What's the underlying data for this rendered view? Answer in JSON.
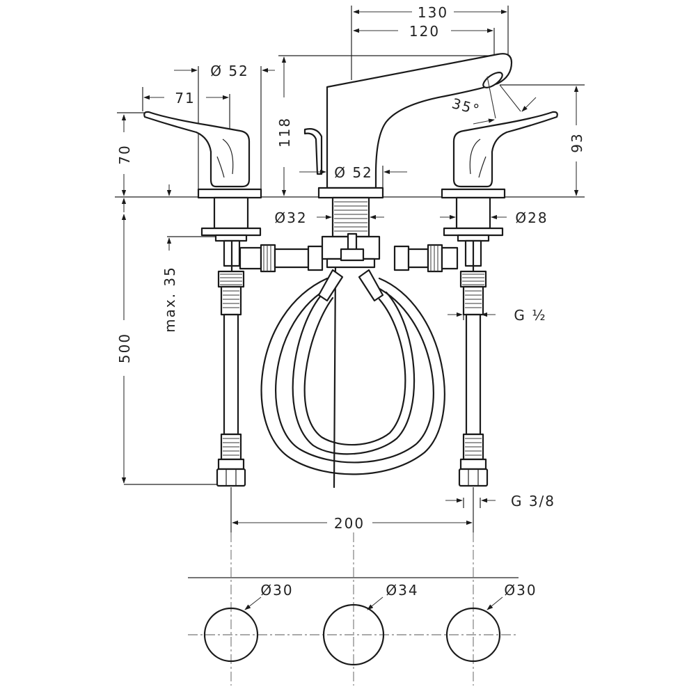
{
  "dimensions": {
    "spout_projection_outer": "130",
    "spout_projection_inner": "120",
    "handle_diameter": "Ø 52",
    "handle_reach": "71",
    "handle_height": "70",
    "spout_height": "118",
    "spout_base_diameter": "Ø 52",
    "spray_angle": "35°",
    "right_handle_height": "93",
    "spout_shank_diameter": "Ø32",
    "valve_shank_diameter": "Ø28",
    "max_deck_thickness": "max. 35",
    "thread_half": "G ½",
    "hose_length": "500",
    "thread_three_eighths": "G 3/8",
    "handle_spacing": "200",
    "hole_left_diameter": "Ø30",
    "hole_center_diameter": "Ø34",
    "hole_right_diameter": "Ø30"
  }
}
